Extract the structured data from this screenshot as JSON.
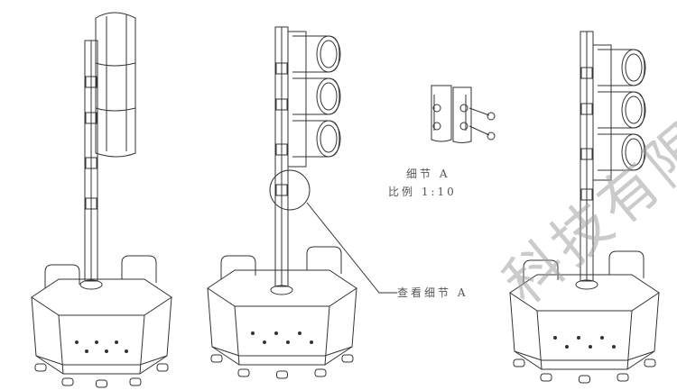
{
  "drawing": {
    "detail_title": "细节 A",
    "detail_scale": "比例 1:10",
    "callout": "查看细节 A",
    "watermark": "科技有限公司"
  },
  "colors": {
    "line": "#333333",
    "watermark": "#a0a0a0"
  }
}
